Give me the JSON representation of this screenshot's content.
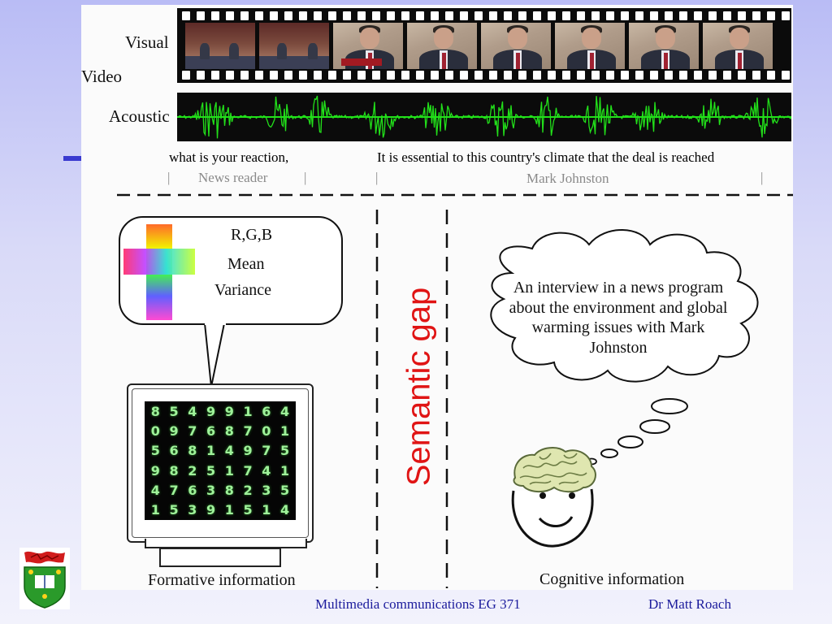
{
  "diagram": {
    "labels": {
      "visual": "Visual",
      "video": "Video",
      "acoustic": "Acoustic"
    },
    "transcript": {
      "left_text": "what is your reaction,",
      "left_speaker": "News reader",
      "right_text": "It is essential to this country's climate that the deal is reached",
      "right_speaker": "Mark Johnston",
      "divider": "|"
    },
    "feature_bubble": {
      "line1": "R,G,B",
      "line2": "Mean",
      "line3": "Variance"
    },
    "digit_grid": [
      [
        "8",
        "5",
        "4",
        "9",
        "9",
        "1",
        "6",
        "4"
      ],
      [
        "0",
        "9",
        "7",
        "6",
        "8",
        "7",
        "0",
        "1"
      ],
      [
        "5",
        "6",
        "8",
        "1",
        "4",
        "9",
        "7",
        "5"
      ],
      [
        "9",
        "8",
        "2",
        "5",
        "1",
        "7",
        "4",
        "1"
      ],
      [
        "4",
        "7",
        "6",
        "3",
        "8",
        "2",
        "3",
        "5"
      ],
      [
        "1",
        "5",
        "3",
        "9",
        "1",
        "5",
        "1",
        "4"
      ]
    ],
    "semantic_gap": "Semantic gap",
    "thought_text": "An interview in a news program about the environment and global warming issues with Mark Johnston",
    "formative_caption": "Formative information",
    "cognitive_caption": "Cognitive information"
  },
  "footer": {
    "course": "Multimedia communications EG 371",
    "author": "Dr Matt Roach"
  },
  "colors": {
    "slide_blue": "#3a3ad0",
    "semantic_red": "#e01414",
    "wave_green": "#22e01a",
    "matrix_green": "#9ff29a",
    "footer_blue": "#1b1b9c"
  },
  "icons": {
    "logo": "university-crest-icon",
    "film": "film-strip-icon",
    "brain": "brain-icon",
    "face": "smiley-face-icon",
    "monitor": "computer-monitor-icon"
  }
}
